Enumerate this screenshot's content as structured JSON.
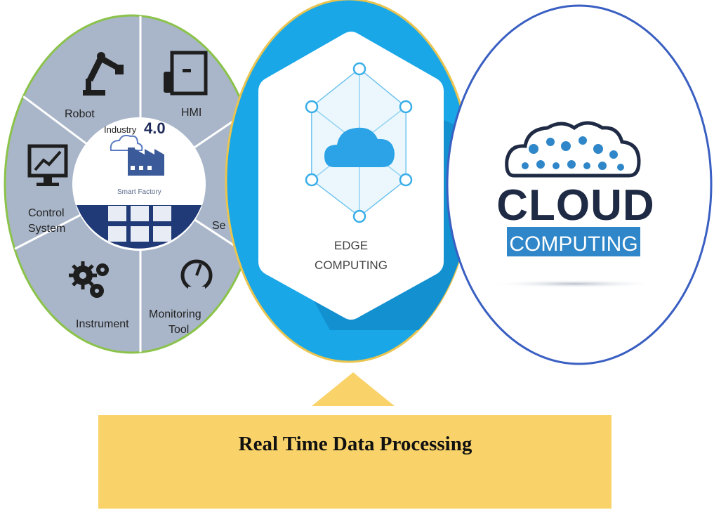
{
  "industry": {
    "robot": "Robot",
    "hmi": "HMI",
    "industry_word": "Industry",
    "industry_version": "4.0",
    "smart_factory": "Smart Factory",
    "control_line1": "Control",
    "control_line2": "System",
    "sensor_partial": "Se",
    "instrument": "Instrument",
    "monitoring_line1": "Monitoring",
    "monitoring_line2": "Tool"
  },
  "edge": {
    "line1": "EDGE",
    "line2": "COMPUTING"
  },
  "cloud": {
    "line1": "CLOUD",
    "line2": "COMPUTING"
  },
  "banner": {
    "label": "Real Time Data Processing"
  },
  "colors": {
    "industry_ring": "#8bc34a",
    "industry_fill": "#a9b6c9",
    "industry_navy": "#1f3a77",
    "edge_ring": "#e9c44f",
    "edge_blue": "#19a7e8",
    "cloud_ring": "#3a5fc2",
    "cloud_dark": "#1f2a44",
    "cloud_blue": "#2f86c8",
    "banner_fill": "#f9d36a"
  }
}
